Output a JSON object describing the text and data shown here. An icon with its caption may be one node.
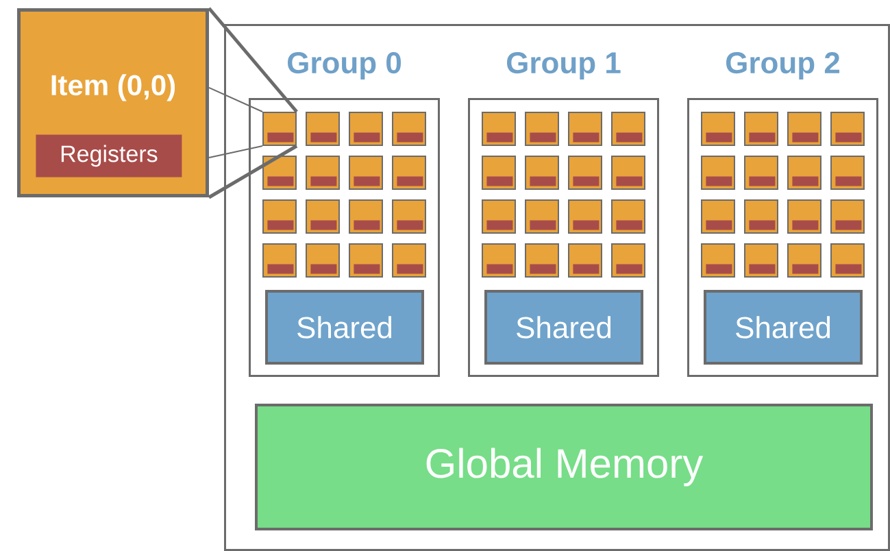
{
  "diagram": {
    "nodes": [
      {
        "text": [
          "Item (0,0)"
        ]
      },
      {
        "text": [
          "Registers"
        ],
        "in": 0
      },
      {
        "text": [],
        "shape": "box"
      },
      {
        "text": [
          "Group 0"
        ],
        "in": 2
      },
      {
        "text": [],
        "shape": "box",
        "in": 3
      },
      {
        "text": [],
        "shape": "bar",
        "in": 4
      },
      {
        "text": [],
        "shape": "box",
        "in": 3
      },
      {
        "text": [],
        "shape": "bar",
        "in": 6
      },
      {
        "text": [],
        "shape": "box",
        "in": 3
      },
      {
        "text": [],
        "shape": "bar",
        "in": 8
      },
      {
        "text": [],
        "shape": "box",
        "in": 3
      },
      {
        "text": [],
        "shape": "bar",
        "in": 10
      },
      {
        "text": [],
        "shape": "box",
        "in": 3
      },
      {
        "text": [],
        "shape": "bar",
        "in": 12
      },
      {
        "text": [],
        "shape": "box",
        "in": 3
      },
      {
        "text": [],
        "shape": "bar",
        "in": 14
      },
      {
        "text": [],
        "shape": "box",
        "in": 3
      },
      {
        "text": [],
        "shape": "bar",
        "in": 16
      },
      {
        "text": [],
        "shape": "box",
        "in": 3
      },
      {
        "text": [],
        "shape": "bar",
        "in": 18
      },
      {
        "text": [],
        "shape": "box",
        "in": 3
      },
      {
        "text": [],
        "shape": "bar",
        "in": 20
      },
      {
        "text": [],
        "shape": "box",
        "in": 3
      },
      {
        "text": [],
        "shape": "bar",
        "in": 22
      },
      {
        "text": [],
        "shape": "box",
        "in": 3
      },
      {
        "text": [],
        "shape": "bar",
        "in": 24
      },
      {
        "text": [],
        "shape": "box",
        "in": 3
      },
      {
        "text": [],
        "shape": "bar",
        "in": 26
      },
      {
        "text": [],
        "shape": "box",
        "in": 3
      },
      {
        "text": [],
        "shape": "bar",
        "in": 28
      },
      {
        "text": [],
        "shape": "box",
        "in": 3
      },
      {
        "text": [],
        "shape": "bar",
        "in": 30
      },
      {
        "text": [],
        "shape": "box",
        "in": 3
      },
      {
        "text": [],
        "shape": "bar",
        "in": 32
      },
      {
        "text": [],
        "shape": "box",
        "in": 3
      },
      {
        "text": [],
        "shape": "bar",
        "in": 34
      },
      {
        "text": [
          "Shared"
        ],
        "in": 3
      },
      {
        "text": [
          "Group 1"
        ],
        "in": 2
      },
      {
        "text": [],
        "shape": "box",
        "in": 37
      },
      {
        "text": [],
        "shape": "bar",
        "in": 38
      },
      {
        "text": [],
        "shape": "box",
        "in": 37
      },
      {
        "text": [],
        "shape": "bar",
        "in": 40
      },
      {
        "text": [],
        "shape": "box",
        "in": 37
      },
      {
        "text": [],
        "shape": "bar",
        "in": 42
      },
      {
        "text": [],
        "shape": "box",
        "in": 37
      },
      {
        "text": [],
        "shape": "bar",
        "in": 44
      },
      {
        "text": [],
        "shape": "box",
        "in": 37
      },
      {
        "text": [],
        "shape": "bar",
        "in": 46
      },
      {
        "text": [],
        "shape": "box",
        "in": 37
      },
      {
        "text": [],
        "shape": "bar",
        "in": 48
      },
      {
        "text": [],
        "shape": "box",
        "in": 37
      },
      {
        "text": [],
        "shape": "bar",
        "in": 50
      },
      {
        "text": [],
        "shape": "box",
        "in": 37
      },
      {
        "text": [],
        "shape": "bar",
        "in": 52
      },
      {
        "text": [],
        "shape": "box",
        "in": 37
      },
      {
        "text": [],
        "shape": "bar",
        "in": 54
      },
      {
        "text": [],
        "shape": "box",
        "in": 37
      },
      {
        "text": [],
        "shape": "bar",
        "in": 56
      },
      {
        "text": [],
        "shape": "box",
        "in": 37
      },
      {
        "text": [],
        "shape": "bar",
        "in": 58
      },
      {
        "text": [],
        "shape": "box",
        "in": 37
      },
      {
        "text": [],
        "shape": "bar",
        "in": 60
      },
      {
        "text": [],
        "shape": "box",
        "in": 37
      },
      {
        "text": [],
        "shape": "bar",
        "in": 62
      },
      {
        "text": [],
        "shape": "box",
        "in": 37
      },
      {
        "text": [],
        "shape": "bar",
        "in": 64
      },
      {
        "text": [],
        "shape": "box",
        "in": 37
      },
      {
        "text": [],
        "shape": "bar",
        "in": 66
      },
      {
        "text": [],
        "shape": "box",
        "in": 37
      },
      {
        "text": [],
        "shape": "bar",
        "in": 68
      },
      {
        "text": [
          "Shared"
        ],
        "in": 37
      },
      {
        "text": [
          "Group 2"
        ],
        "in": 2
      },
      {
        "text": [],
        "shape": "box",
        "in": 71
      },
      {
        "text": [],
        "shape": "bar",
        "in": 72
      },
      {
        "text": [],
        "shape": "box",
        "in": 71
      },
      {
        "text": [],
        "shape": "bar",
        "in": 74
      },
      {
        "text": [],
        "shape": "box",
        "in": 71
      },
      {
        "text": [],
        "shape": "bar",
        "in": 76
      },
      {
        "text": [],
        "shape": "box",
        "in": 71
      },
      {
        "text": [],
        "shape": "bar",
        "in": 78
      },
      {
        "text": [],
        "shape": "box",
        "in": 71
      },
      {
        "text": [],
        "shape": "bar",
        "in": 80
      },
      {
        "text": [],
        "shape": "box",
        "in": 71
      },
      {
        "text": [],
        "shape": "bar",
        "in": 82
      },
      {
        "text": [],
        "shape": "box",
        "in": 71
      },
      {
        "text": [],
        "shape": "bar",
        "in": 84
      },
      {
        "text": [],
        "shape": "box",
        "in": 71
      },
      {
        "text": [],
        "shape": "bar",
        "in": 86
      },
      {
        "text": [],
        "shape": "box",
        "in": 71
      },
      {
        "text": [],
        "shape": "bar",
        "in": 88
      },
      {
        "text": [],
        "shape": "box",
        "in": 71
      },
      {
        "text": [],
        "shape": "bar",
        "in": 90
      },
      {
        "text": [],
        "shape": "box",
        "in": 71
      },
      {
        "text": [],
        "shape": "bar",
        "in": 92
      },
      {
        "text": [],
        "shape": "box",
        "in": 71
      },
      {
        "text": [],
        "shape": "bar",
        "in": 94
      },
      {
        "text": [],
        "shape": "box",
        "in": 71
      },
      {
        "text": [],
        "shape": "bar",
        "in": 96
      },
      {
        "text": [],
        "shape": "box",
        "in": 71
      },
      {
        "text": [],
        "shape": "bar",
        "in": 98
      },
      {
        "text": [],
        "shape": "box",
        "in": 71
      },
      {
        "text": [],
        "shape": "bar",
        "in": 100
      },
      {
        "text": [],
        "shape": "box",
        "in": 71
      },
      {
        "text": [],
        "shape": "bar",
        "in": 102
      },
      {
        "text": [
          "Shared"
        ],
        "in": 71
      },
      {
        "text": [
          "Global Memory"
        ],
        "in": 2
      }
    ],
    "edges": [
      {
        "from": 0,
        "to": 4,
        "arrow": "none",
        "style": "thick"
      },
      {
        "from": 0,
        "to": 4,
        "arrow": "none"
      },
      {
        "from": 0,
        "to": 4,
        "arrow": "none"
      },
      {
        "from": 0,
        "to": 4,
        "arrow": "none",
        "style": "thick"
      }
    ]
  }
}
